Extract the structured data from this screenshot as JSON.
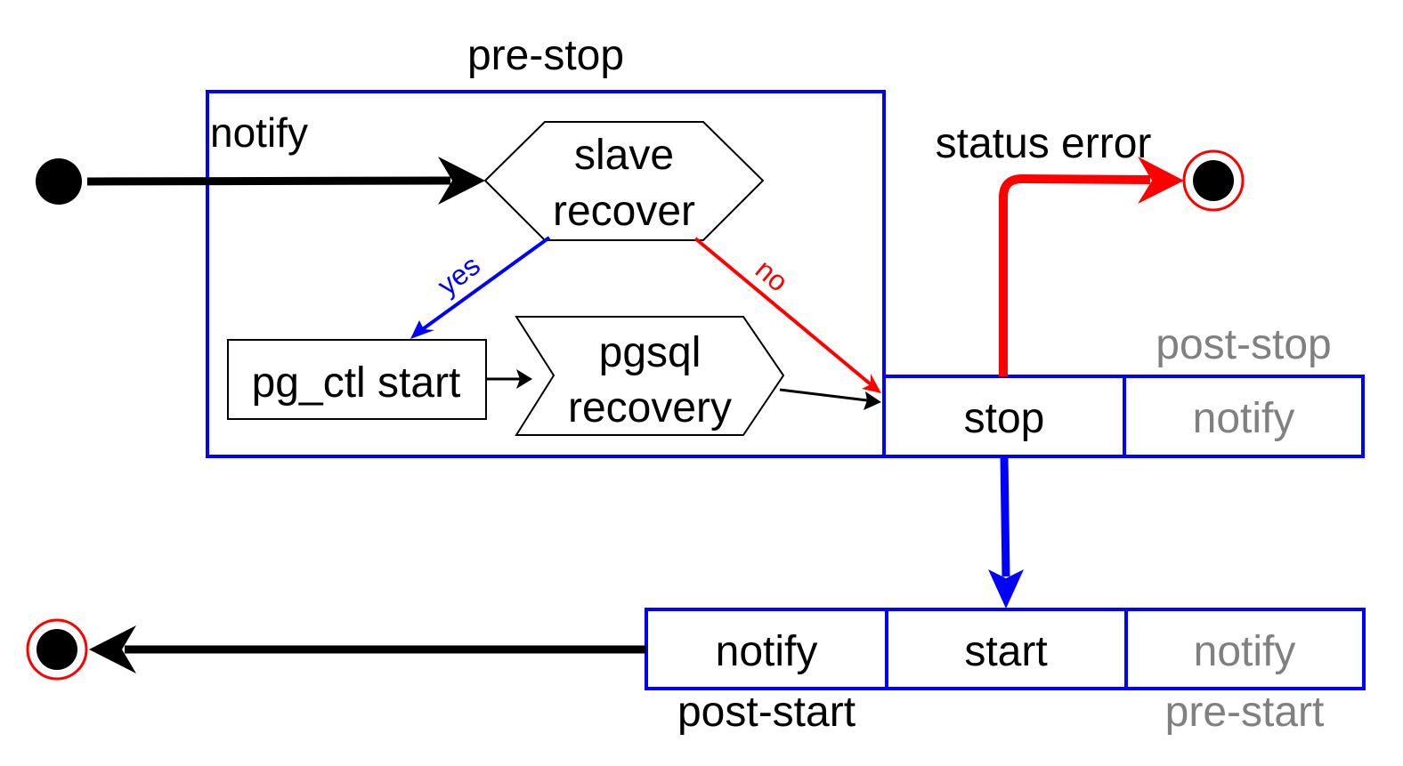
{
  "labels": {
    "pre_stop": "pre-stop",
    "notify_entry": "notify",
    "slave_recover_line1": "slave",
    "slave_recover_line2": "recover",
    "yes": "yes",
    "no": "no",
    "pg_ctl_start": "pg_ctl start",
    "pgsql_recovery_line1": "pgsql",
    "pgsql_recovery_line2": "recovery",
    "status_error": "status error",
    "post_stop": "post-stop",
    "stop": "stop",
    "notify_post_stop": "notify",
    "notify_post_start": "notify",
    "start": "start",
    "notify_pre_start": "notify",
    "post_start": "post-start",
    "pre_start": "pre-start"
  },
  "colors": {
    "frame_blue": "#0000ff",
    "error_red": "#ff0000",
    "ink": "#000000",
    "muted_gray": "#808080"
  }
}
